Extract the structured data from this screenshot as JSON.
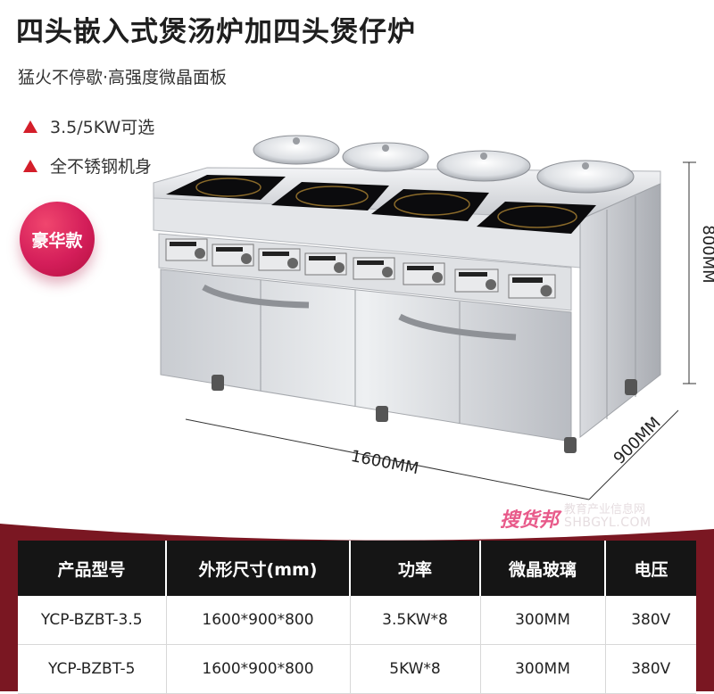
{
  "header": {
    "title": "四头嵌入式煲汤炉加四头煲仔炉",
    "subtitle": "猛火不停歇·高强度微晶面板"
  },
  "features": [
    {
      "icon": "triangle-bullet-icon",
      "text": "3.5/5KW可选"
    },
    {
      "icon": "triangle-bullet-icon",
      "text": "全不锈钢机身"
    }
  ],
  "badge": {
    "label": "豪华款"
  },
  "dimensions": {
    "width": "1600MM",
    "depth": "900MM",
    "height": "800MM"
  },
  "watermark": {
    "logo": "搜货邦",
    "tagline": "教育产业信息网",
    "url": "SHBGYL.COM"
  },
  "spec_table": {
    "headers": [
      "产品型号",
      "外形尺寸(mm)",
      "功率",
      "微晶玻璃",
      "电压"
    ],
    "rows": [
      [
        "YCP-BZBT-3.5",
        "1600*900*800",
        "3.5KW*8",
        "300MM",
        "380V"
      ],
      [
        "YCP-BZBT-5",
        "1600*900*800",
        "5KW*8",
        "300MM",
        "380V"
      ]
    ]
  },
  "colors": {
    "accent_red": "#d41e2a",
    "band": "#7a1722",
    "badge": "#d41e5a",
    "header_bg": "#151515"
  }
}
